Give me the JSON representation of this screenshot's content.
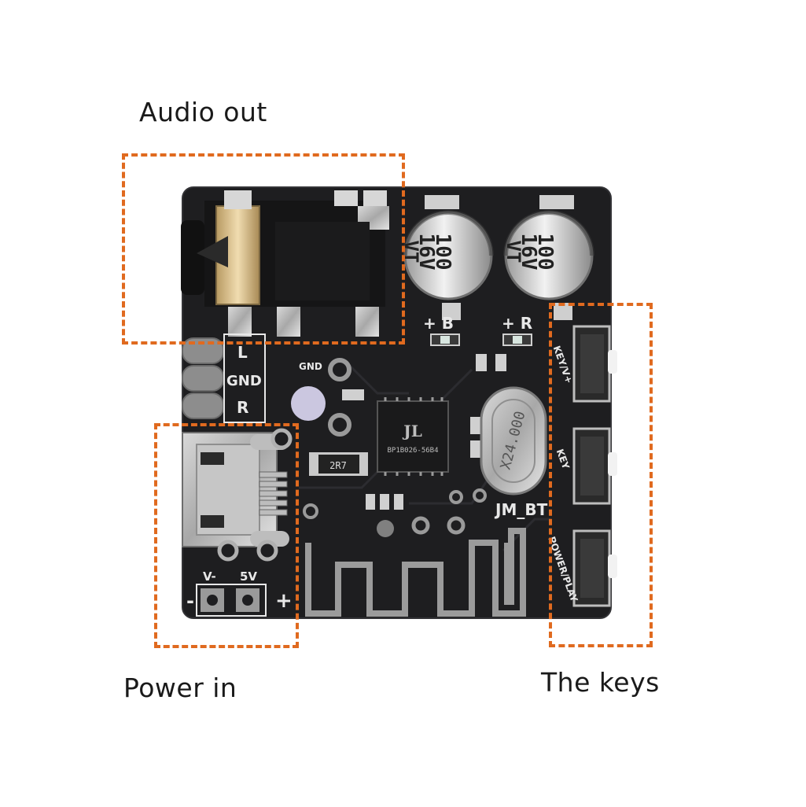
{
  "callouts": {
    "audio_out": "Audio out",
    "power_in": "Power in",
    "the_keys": "The keys"
  },
  "board_labels": {
    "l": "L",
    "gnd": "GND",
    "r": "R",
    "cap_value": "100",
    "cap_voltage": "16V",
    "cap_series": "VT",
    "plus_b": "+ B",
    "plus_r": "+ R",
    "gnd_small": "GND",
    "resistor": "2R7",
    "chip_logo": "JL",
    "chip_part": "BP1B026-56B4",
    "crystal": "X24.000",
    "module_name": "JM_BT",
    "vminus": "V-",
    "five_v": "5V",
    "minus": "-",
    "plus": "+",
    "key1": "KEY/V+",
    "key2": "KEY",
    "key3": "POWER/PLAY"
  },
  "colors": {
    "callout_box": "#e06a1f",
    "pcb": "#1e1e20",
    "silkscreen": "#e8e8e8"
  }
}
